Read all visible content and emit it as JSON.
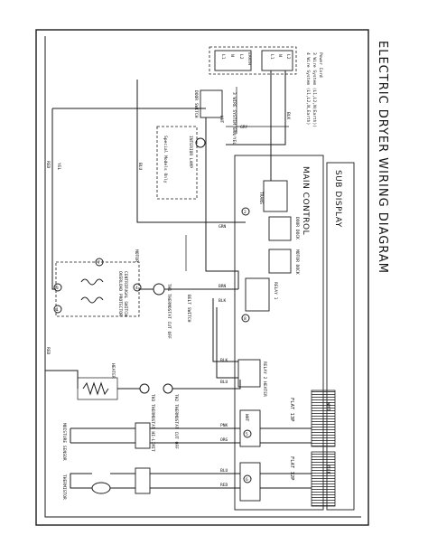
{
  "title": "ELECTRIC DRYER WIRING DIAGRAM",
  "sub_display": "SUB DISPLAY",
  "main_control": "MAIN CONTROL",
  "power": {
    "legend_power_cord": "Power Cord",
    "legend_3wire": "3 Wire System (L1,L2,N(Earth))",
    "legend_4wire": "4 Wire System (L1,L2,N,Earth)",
    "terminals": [
      "L1",
      "N",
      "L2",
      "L1",
      "N",
      "L2"
    ],
    "earth": "EARTH",
    "wire_system": "4 WIRE SYSTEM"
  },
  "labels": {
    "door_switch": "DOOR SWITCH",
    "interior_lamp": "INTERIOR LAMP",
    "special_model": "Special Models Only",
    "wire_system_note": "3 WIRE SYSTEM GRN/YEL",
    "trans": "TRANS",
    "motor": "MOTOR",
    "centrifugal_switch": "CENTRIFUGAL SWITCH",
    "overload_protector": "OVERLOAD PROTECTOR",
    "th1": "TH1 THERMOSTAT CUT OFF",
    "belt_switch": "BELT SWITCH",
    "heater": "HEATER",
    "relay1": "RELAY 1",
    "relay2": "RELAY 2 HEATER",
    "thermostat_hi_limit": "TH3 THERMOSTAT HI-LIMIT",
    "thermostat_cut_off": "TH2 THERMOSTAT CUT OFF",
    "moisture_sensor": "MOISTURE SENSOR",
    "thermistor": "THERMISTOR",
    "flat13p": "FLAT 13P",
    "flat12p": "FLAT 12P",
    "whi_top": "WHI",
    "blk_top": "BLK",
    "door_dock": "DOOR DOCK",
    "motor_dock": "MOTOR DOCK"
  },
  "wires": {
    "red": "RED",
    "yel": "YEL",
    "blu": "BLU",
    "blk": "BLK",
    "wht": "WHT",
    "gry": "GRY",
    "grn": "GRN",
    "brn": "BRN",
    "pnk": "PNK",
    "org": "ORG"
  },
  "pins": [
    "1",
    "2",
    "3",
    "4",
    "5",
    "6",
    "7",
    "8"
  ]
}
